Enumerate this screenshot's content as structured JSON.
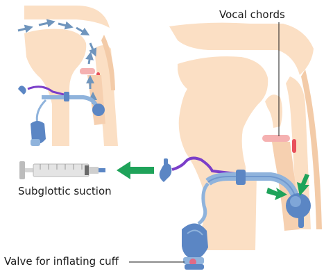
{
  "labels": {
    "vocal_chords": "Vocal chords",
    "subglottic_suction": "Subglottic suction",
    "valve": "Valve for inflating cuff"
  },
  "colors": {
    "skin": "#fbdfc4",
    "tube": "#8fb3dc",
    "tube_dark": "#5b86c4",
    "purple": "#7b3ec9",
    "arrow_green": "#1fa35a",
    "airflow": "#6f95bd",
    "vocal_pink": "#f5b1b1",
    "red_mark": "#e8505b"
  },
  "icons": [
    "airflow-arrow",
    "green-arrow",
    "syringe-icon"
  ]
}
